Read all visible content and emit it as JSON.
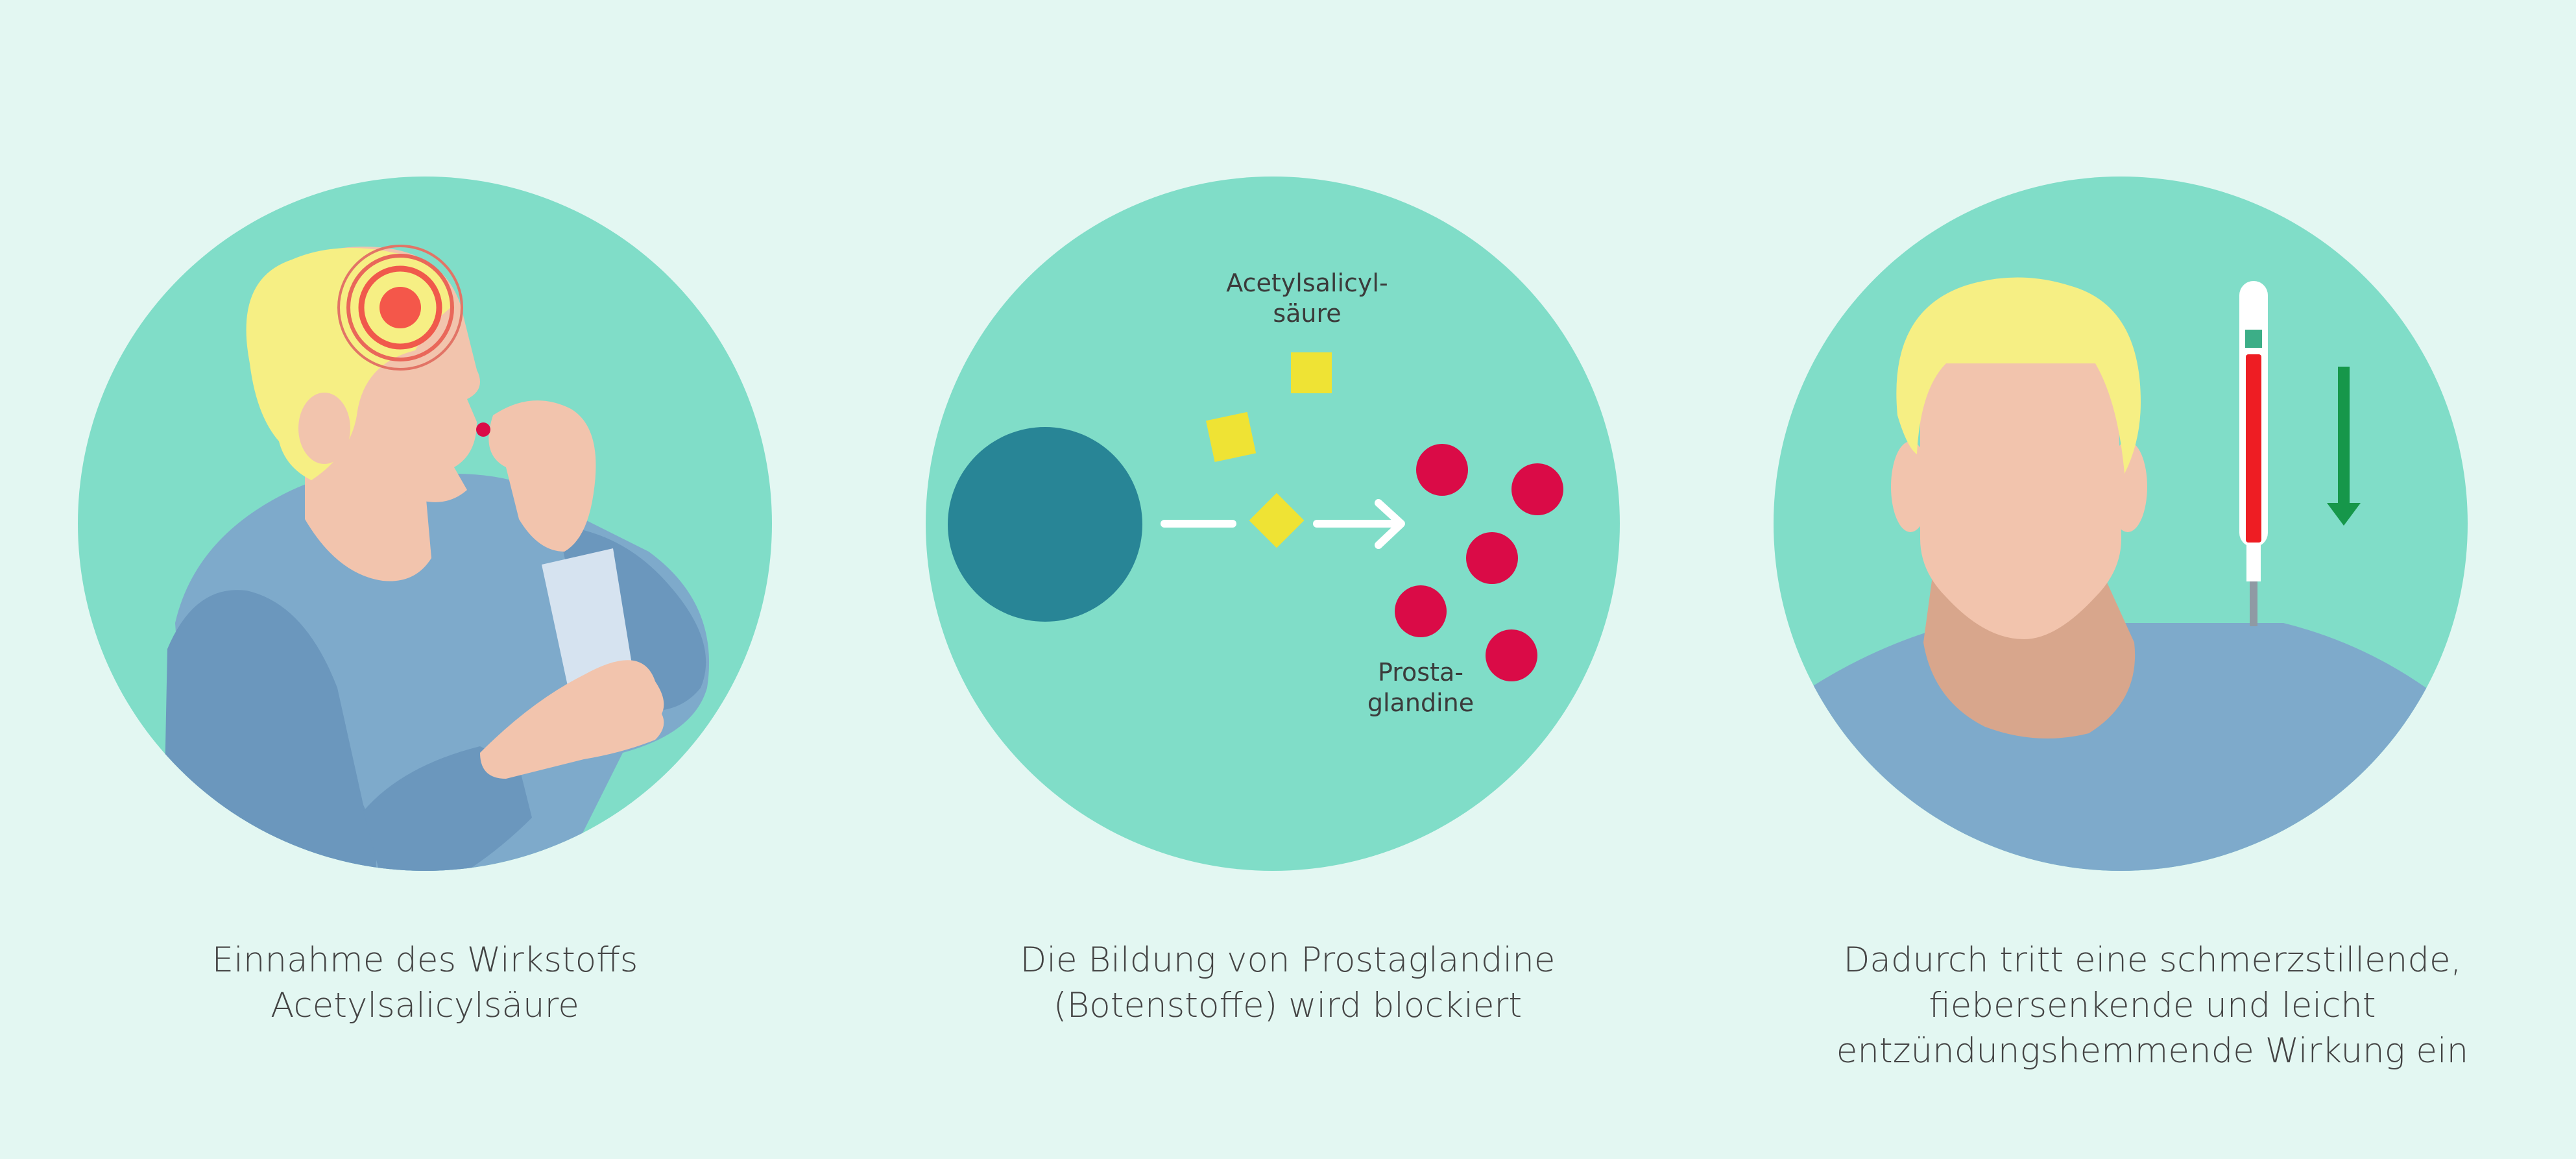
{
  "panels": [
    {
      "caption": [
        "Einnahme des Wirkstoffs",
        "Acetylsalicylsäure"
      ]
    },
    {
      "caption": [
        "Die Bildung von Prostaglandine",
        "(Botenstoffe) wird blockiert"
      ],
      "labels": {
        "drug": [
          "Acetylsalicyl-",
          "säure"
        ],
        "prostaglandins": [
          "Prosta-",
          "glandine"
        ]
      }
    },
    {
      "caption": [
        "Dadurch tritt eine schmerzstillende,",
        "fiebersenkende und leicht",
        "entzündungshemmende Wirkung ein"
      ]
    }
  ],
  "colors": {
    "background": "#e3f7f2",
    "circle": "#80ddc8",
    "skin": "#f2c4ad",
    "skin_shadow": "#d8a68c",
    "hair": "#f6ef84",
    "shirt": "#7eaacb",
    "shirt_dark": "#6b97bd",
    "pain": "#f4574a",
    "cell": "#288596",
    "molecule_drug": "#efe334",
    "molecule_prostaglandin": "#da0b47",
    "thermometer_red": "#ee1d23",
    "arrow_down": "#16974a"
  }
}
